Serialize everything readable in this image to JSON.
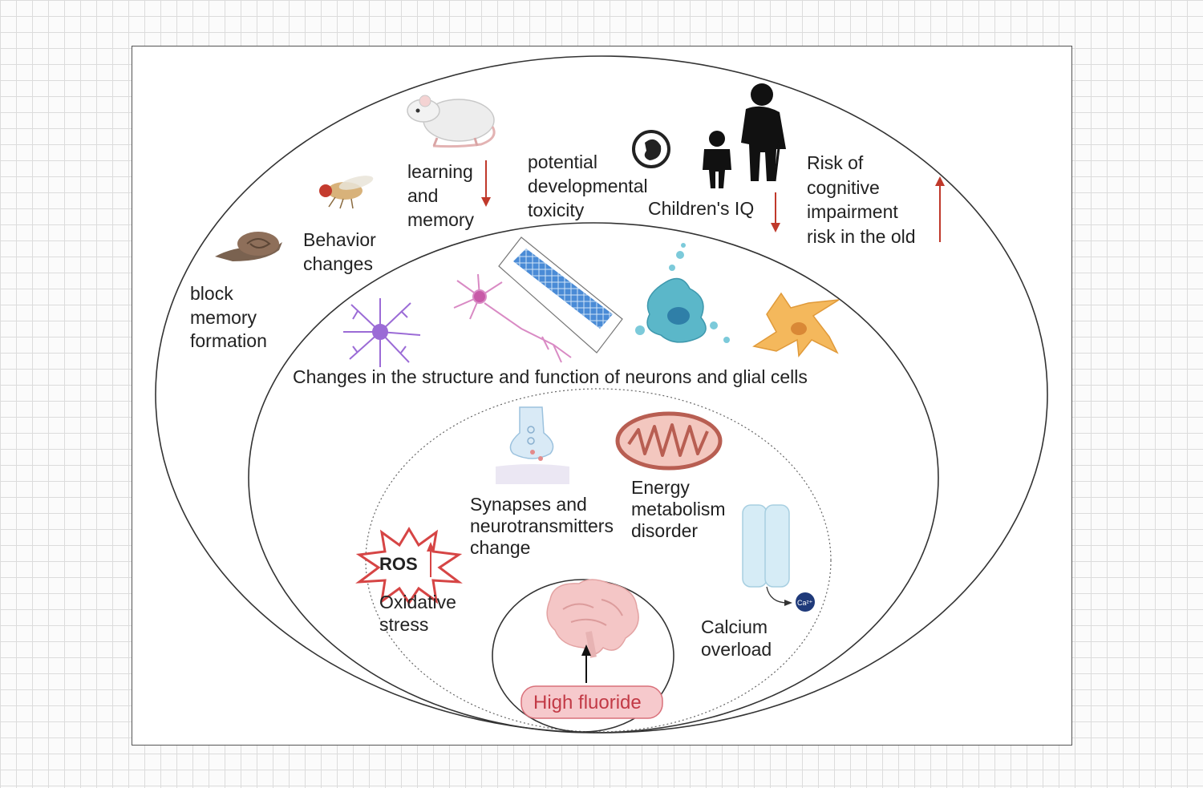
{
  "outer_ring": {
    "block_memory": [
      "block",
      "memory",
      "formation"
    ],
    "behavior": [
      "Behavior",
      "changes"
    ],
    "learning": [
      "learning",
      "and",
      "memory"
    ],
    "developmental": [
      "potential",
      "developmental",
      "toxicity"
    ],
    "children_iq": "Children's IQ",
    "cognitive": [
      "Risk of",
      "cognitive",
      "impairment",
      "risk in the old"
    ]
  },
  "middle_ring": {
    "caption": "Changes in the structure and function of neurons and glial cells"
  },
  "inner_ring": {
    "synapses": [
      "Synapses and",
      "neurotransmitters",
      "change"
    ],
    "energy": [
      "Energy",
      "metabolism",
      "disorder"
    ],
    "ros_badge": "ROS",
    "oxidative": [
      "Oxidative",
      "stress"
    ],
    "calcium": [
      "Calcium",
      "overload"
    ],
    "calcium_ion": "Ca²⁺"
  },
  "core": {
    "label": "High fluoride"
  },
  "colors": {
    "arrow_red": "#c0392b",
    "ros_red": "#d64545",
    "fluoride_fill": "#f6c9cc",
    "fluoride_border": "#d9707a",
    "neuron_purple": "#9b6bd6",
    "glia_teal": "#5bb7c9",
    "astro_orange": "#f4b85c"
  }
}
